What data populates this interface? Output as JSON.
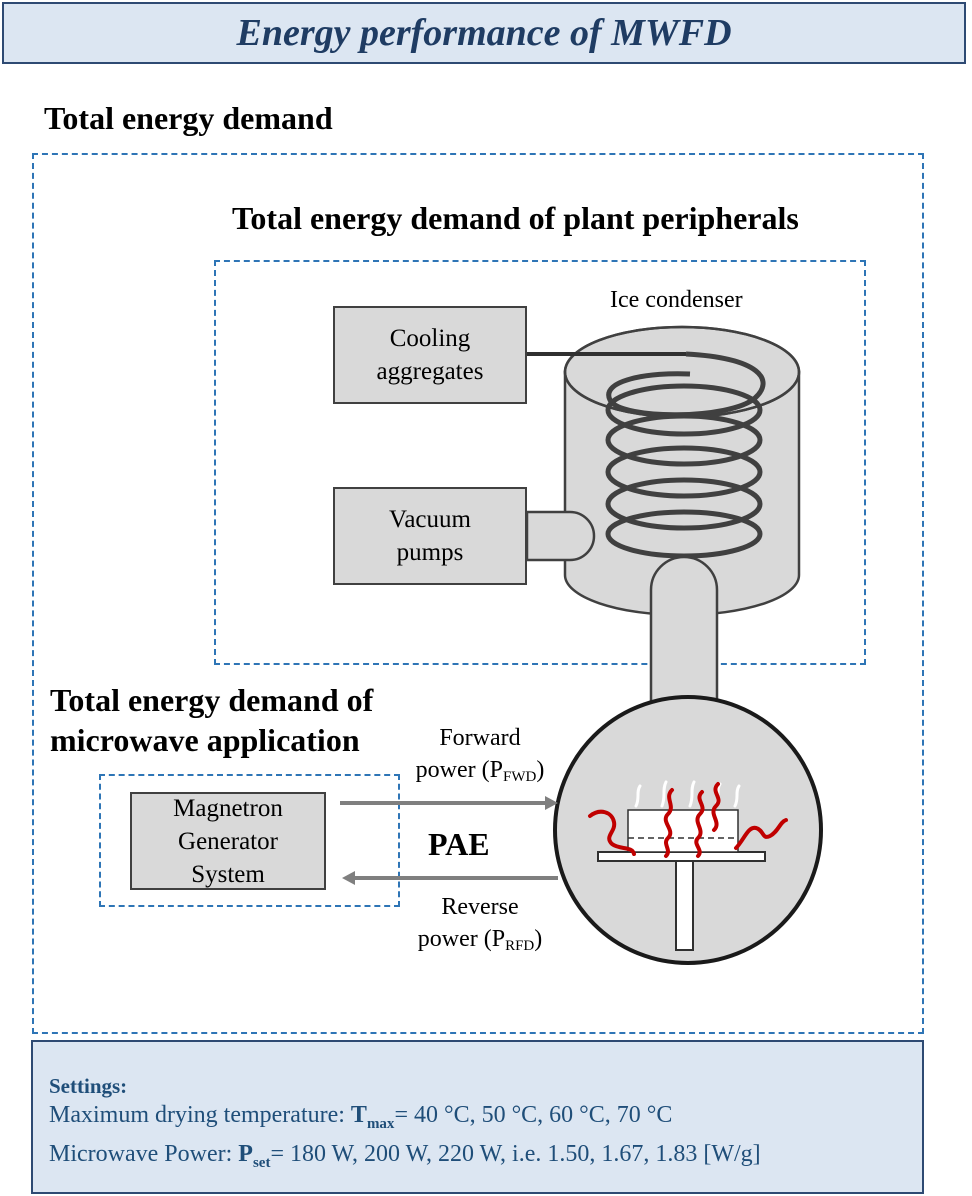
{
  "title": "Energy performance of MWFD",
  "headings": {
    "total": "Total energy demand",
    "plant": "Total energy demand of plant peripherals",
    "micro_line1": "Total energy demand of",
    "micro_line2": "microwave application"
  },
  "components": {
    "cooling_line1": "Cooling",
    "cooling_line2": "aggregates",
    "vacuum_line1": "Vacuum",
    "vacuum_line2": "pumps",
    "magnetron_line1": "Magnetron",
    "magnetron_line2": "Generator",
    "magnetron_line3": "System",
    "ice_condenser": "Ice condenser"
  },
  "power": {
    "forward_line1": "Forward",
    "forward_prefix": "power (P",
    "forward_sub": "FWD",
    "forward_suffix": ")",
    "reverse_line1": "Reverse",
    "reverse_prefix": "power (P",
    "reverse_sub": "RFD",
    "reverse_suffix": ")",
    "pae": "PAE"
  },
  "settings": {
    "heading": "Settings:",
    "temp_label": "Maximum drying temperature: ",
    "temp_symbol": "T",
    "temp_sub": "max",
    "temp_values": "= 40 °C, 50 °C, 60 °C, 70  °C",
    "power_label": "Microwave Power: ",
    "power_symbol": "P",
    "power_sub": "set",
    "power_values": "= 180 W, 200 W, 220 W, i.e. 1.50, 1.67, 1.83 [W/g]"
  },
  "colors": {
    "title_bg": "#dce6f2",
    "title_text": "#1f3c63",
    "dashed_border": "#2e75b6",
    "box_fill": "#d9d9d9",
    "microwave_waves": "#c00000"
  },
  "icons": [
    "ice-condenser-icon",
    "cooling-coil-icon",
    "microwave-cavity-icon",
    "microwave-wave-icon"
  ]
}
